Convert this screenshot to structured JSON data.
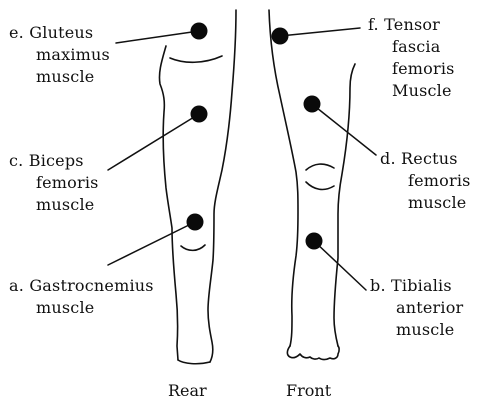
{
  "labels": {
    "e": {
      "letter": "e.",
      "lines": [
        "Gluteus",
        "maximus",
        "muscle"
      ]
    },
    "c": {
      "letter": "c.",
      "lines": [
        "Biceps",
        "femoris",
        "muscle"
      ]
    },
    "a": {
      "letter": "a.",
      "lines": [
        "Gastrocnemius",
        "muscle"
      ]
    },
    "f": {
      "letter": "f.",
      "lines": [
        "Tensor",
        "fascia",
        "femoris",
        "Muscle"
      ]
    },
    "d": {
      "letter": "d.",
      "lines": [
        "Rectus",
        "femoris",
        "muscle"
      ]
    },
    "b": {
      "letter": "b.",
      "lines": [
        "Tibialis",
        "anterior",
        "muscle"
      ]
    }
  },
  "views": {
    "rear": "Rear",
    "front": "Front"
  },
  "colors": {
    "ink": "#111111",
    "marker": "#0a0a0a",
    "background": "#ffffff"
  }
}
